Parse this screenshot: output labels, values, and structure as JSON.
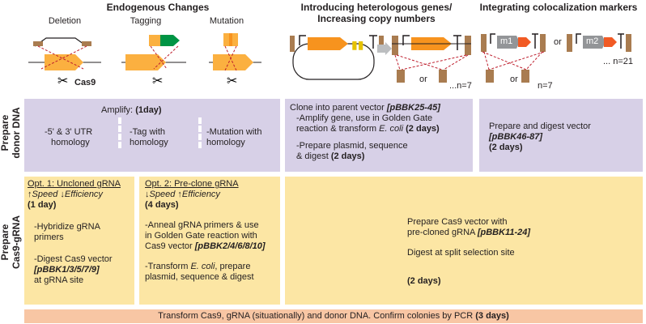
{
  "headers": {
    "endogenous": "Endogenous Changes",
    "heterologous_line1": "Introducing heterologous genes/",
    "heterologous_line2": "Increasing copy numbers",
    "coloc": "Integrating colocalization markers"
  },
  "sublabels": {
    "deletion": "Deletion",
    "tagging": "Tagging",
    "mutation": "Mutation",
    "cas9": "Cas9"
  },
  "diagram_text": {
    "or": "or",
    "n7": "...n=7",
    "n7b": "n=7",
    "n21": "... n=21",
    "m1": "m1",
    "m2": "m2",
    "dots": "..."
  },
  "rows": {
    "donor_line1": "Prepare",
    "donor_line2": "donor DNA",
    "grna_line1": "Prepare",
    "grna_line2": "Cas9-gRNA"
  },
  "donor": {
    "amplify": "Amplify:",
    "amplify_days": "(1day)",
    "utr1": "-5' & 3' UTR",
    "utr2": "homology",
    "tag1": "-Tag with",
    "tag2": "homology",
    "mut1": "-Mutation with",
    "mut2": "homology",
    "clone_a": "Clone into parent vector",
    "clone_b": "[pBBK25-45]",
    "amp_a": "-Amplify gene, use in Golden Gate",
    "amp_b": "reaction & transform",
    "amp_c": "E. coli",
    "amp_d": "(2 days)",
    "prep_a": "-Prepare plasmid, sequence",
    "prep_b": "& digest",
    "prep_c": "(2 days)",
    "vec_a": "Prepare and digest vector",
    "vec_b": "[pBBK46-87]",
    "vec_c": "(2 days)"
  },
  "grna": {
    "opt1_title": "Opt. 1: Uncloned gRNA",
    "opt1_speed": "↑Speed ↓Efficiency",
    "opt1_days": "(1 day)",
    "opt1_h1": "-Hybridize gRNA",
    "opt1_h2": "primers",
    "opt1_d1": "-Digest Cas9 vector",
    "opt1_d2": "[pBBK1/3/5/7/9]",
    "opt1_d3": "at gRNA site",
    "opt2_title": "Opt. 2: Pre-clone gRNA",
    "opt2_speed": "↓Speed ↑Efficiency",
    "opt2_days": "(4 days)",
    "opt2_a1": "-Anneal gRNA primers & use",
    "opt2_a2": "in Golden Gate reaction with",
    "opt2_a3": "Cas9 vector",
    "opt2_a4": "[pBBK2/4/6/8/10]",
    "opt2_t1": "-Transform",
    "opt2_t2": "E. coli",
    "opt2_t3": ", prepare",
    "opt2_t4": "plasmid, sequence & digest",
    "right_a": "Prepare Cas9 vector with",
    "right_b": "pre-cloned gRNA",
    "right_c": "[pBBK11-24]",
    "right_d": "Digest at split selection site",
    "right_e": "(2 days)"
  },
  "bottom": {
    "text": "Transform Cas9, gRNA (situationally) and donor DNA. Confirm colonies by PCR",
    "days": "(3 days)"
  },
  "colors": {
    "lavender": "#d7d0e7",
    "yellow": "#fce6a4",
    "orange_bar": "#f8c6a4",
    "gene_orange": "#f7931e",
    "gene_yellow": "#fbb040",
    "tag_green": "#009444",
    "red_dash": "#be1e2d",
    "homology_tan": "#a97c50"
  }
}
